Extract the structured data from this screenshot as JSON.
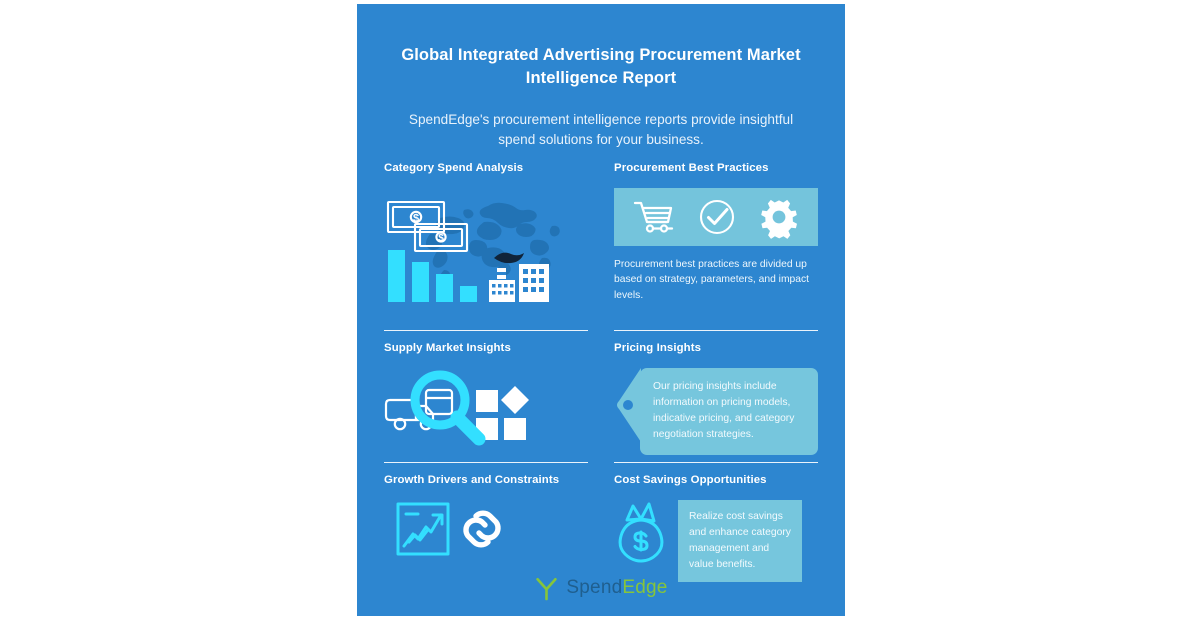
{
  "panel": {
    "background_color": "#2d86d0",
    "accent_cyan": "#33dfff",
    "accent_teal": "#76c6dd"
  },
  "header": {
    "title": "Global Integrated Advertising Procurement Market Intelligence Report",
    "subtitle": "SpendEdge's procurement intelligence reports provide insightful spend solutions for your business."
  },
  "sections": {
    "category_spend": {
      "title": "Category Spend Analysis",
      "icons": [
        "banknotes-icon",
        "world-map-icon",
        "bar-chart-icon",
        "factory-icon"
      ]
    },
    "best_practices": {
      "title": "Procurement Best Practices",
      "icons": [
        "shopping-cart-icon",
        "check-circle-icon",
        "gear-icon"
      ],
      "body": "Procurement best practices are divided up based on strategy, parameters, and impact levels."
    },
    "supply_market": {
      "title": "Supply Market Insights",
      "icons": [
        "truck-icon",
        "magnifier-icon",
        "shapes-icon"
      ]
    },
    "pricing_insights": {
      "title": "Pricing Insights",
      "body": "Our pricing insights include information on pricing models, indicative pricing, and category negotiation strategies.",
      "icons": [
        "price-tag-icon"
      ]
    },
    "growth_drivers": {
      "title": "Growth Drivers and Constraints",
      "icons": [
        "growth-chart-icon",
        "chain-link-icon"
      ]
    },
    "cost_savings": {
      "title": "Cost Savings Opportunities",
      "body": "Realize cost savings and enhance category management and value benefits.",
      "icons": [
        "money-bag-icon"
      ]
    }
  },
  "footer": {
    "logo_mark": "spendedge-turbine-icon",
    "logo_text_primary": "Spend",
    "logo_text_accent": "Edge",
    "logo_color_primary": "#1f5f8f",
    "logo_color_accent": "#86c53b"
  }
}
